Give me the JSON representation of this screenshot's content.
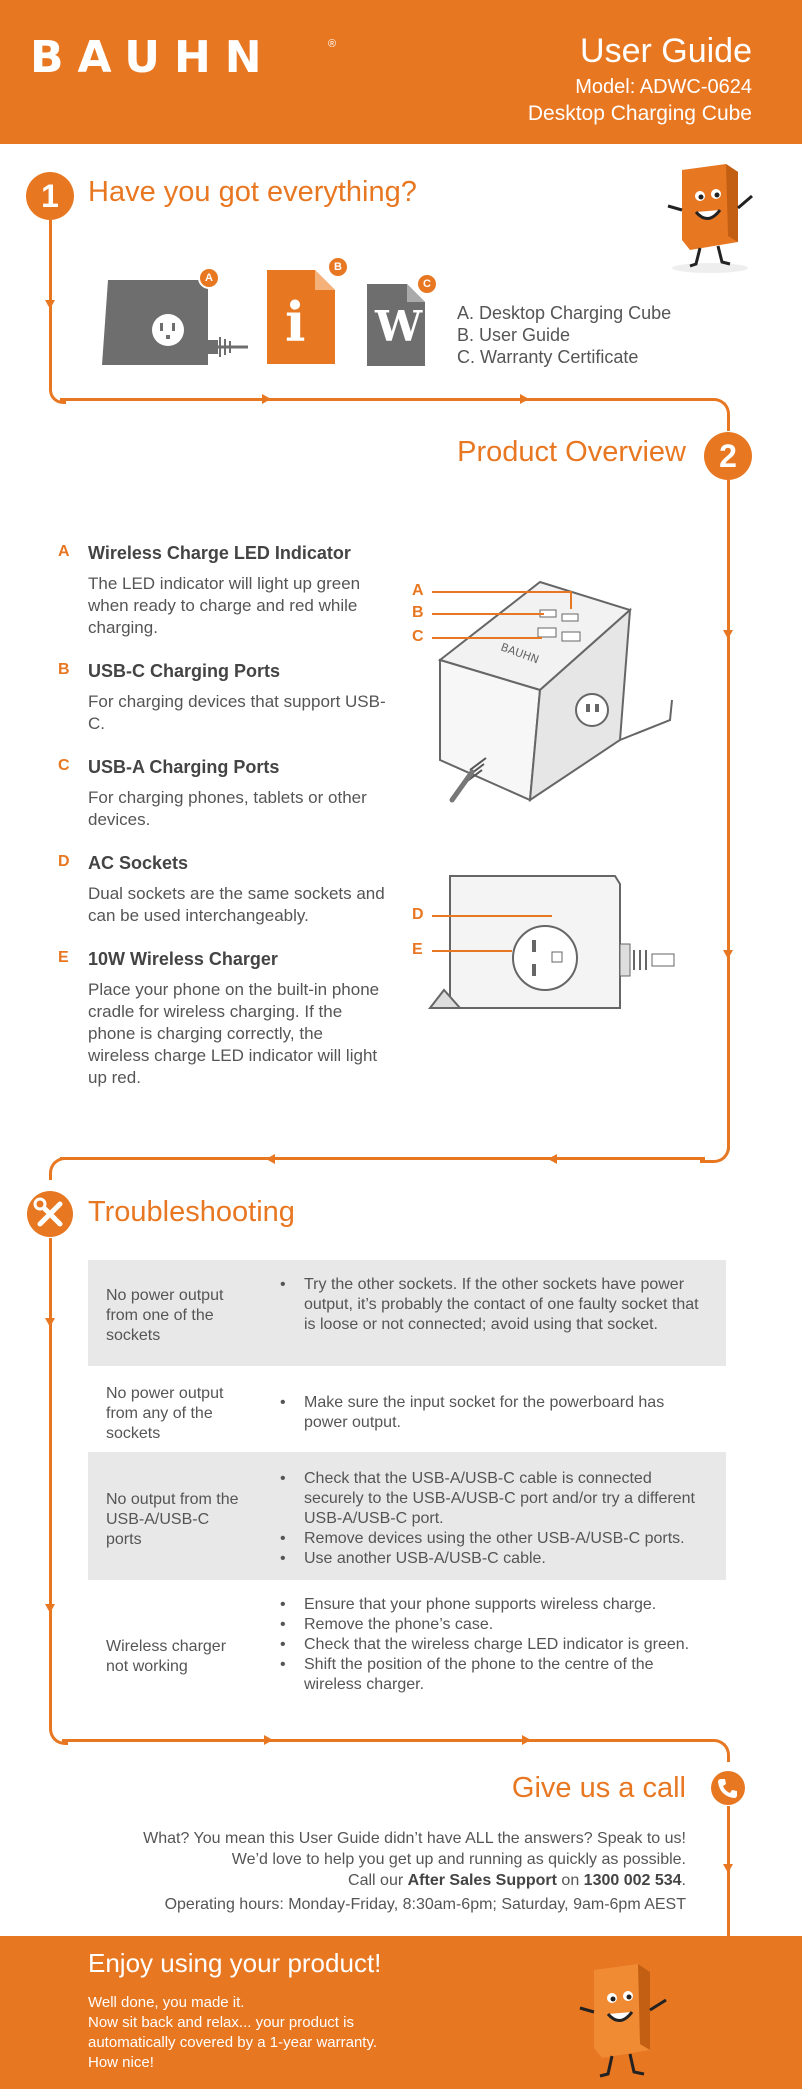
{
  "header": {
    "brand": "BAUHN",
    "brand_mark": "®",
    "title": "User Guide",
    "model": "Model: ADWC-0624",
    "product": "Desktop Charging Cube"
  },
  "step1": {
    "number": "1",
    "title": "Have you got everything?",
    "badges": [
      "A",
      "B",
      "C"
    ],
    "guide_glyph": "i",
    "warranty_glyph": "W",
    "items": [
      "A. Desktop Charging Cube",
      "B. User Guide",
      "C. Warranty Certificate"
    ]
  },
  "step2": {
    "number": "2",
    "title": "Product Overview",
    "features": [
      {
        "letter": "A",
        "title": "Wireless Charge LED Indicator",
        "desc": "The LED indicator will light up green when ready to charge and red while charging."
      },
      {
        "letter": "B",
        "title": "USB-C Charging Ports",
        "desc": "For charging devices that support USB-C."
      },
      {
        "letter": "C",
        "title": "USB-A Charging Ports",
        "desc": "For charging phones, tablets or other devices."
      },
      {
        "letter": "D",
        "title": "AC Sockets",
        "desc": "Dual sockets are the same sockets and can be used interchangeably."
      },
      {
        "letter": "E",
        "title": "10W Wireless Charger",
        "desc": "Place your phone on the built-in phone cradle for wireless charging. If the phone is charging correctly, the wireless charge LED indicator will light up red."
      }
    ],
    "diagram_labels": [
      "A",
      "B",
      "C",
      "D",
      "E"
    ],
    "device_brand": "BAUHN"
  },
  "troubleshooting": {
    "title": "Troubleshooting",
    "rows": [
      {
        "issue": "No power output from one of the sockets",
        "solutions": [
          "Try the other sockets. If the other sockets have power output, it’s probably the contact of one faulty socket that is loose or not connected; avoid using that socket."
        ]
      },
      {
        "issue": "No power output from any of the sockets",
        "solutions": [
          "Make sure the input socket for the powerboard has power output."
        ]
      },
      {
        "issue": "No output from the USB-A/USB-C ports",
        "solutions": [
          "Check that the USB-A/USB-C cable is connected securely to the USB-A/USB-C port and/or try a different USB-A/USB-C port.",
          "Remove devices using the other USB-A/USB-C ports.",
          "Use another USB-A/USB-C cable."
        ]
      },
      {
        "issue": "Wireless charger not working",
        "solutions": [
          "Ensure that your phone supports wireless charge.",
          "Remove the phone’s case.",
          "Check that the wireless charge LED indicator is green.",
          "Shift the position of the phone to the centre of the wireless charger."
        ]
      }
    ]
  },
  "call": {
    "title": "Give us a call",
    "line1": "What? You mean this User Guide didn’t have ALL the answers? Speak to us!",
    "line2": "We’d love to help you get up and running as quickly as possible.",
    "line3_pre": "Call our ",
    "line3_bold": "After Sales Support",
    "line3_mid": " on ",
    "line3_phone": "1300 002 534",
    "line3_post": ".",
    "hours": "Operating hours: Monday-Friday, 8:30am-6pm; Saturday, 9am-6pm AEST"
  },
  "footer": {
    "title": "Enjoy using your product!",
    "lines": [
      "Well done, you made it.",
      "Now sit back and relax... your product is",
      "automatically covered by a 1-year warranty.",
      "How nice!"
    ]
  },
  "colors": {
    "accent": "#e87722",
    "shade": "#e8e8e8",
    "text": "#555555"
  }
}
